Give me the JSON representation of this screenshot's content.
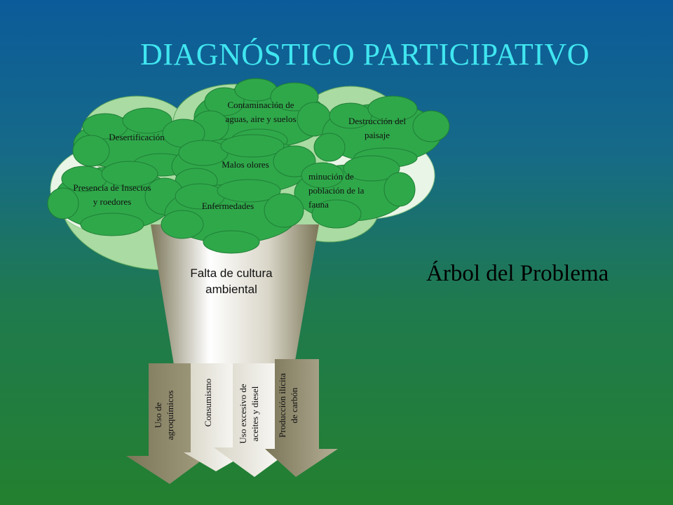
{
  "slide": {
    "title": "DIAGNÓSTICO PARTICIPATIVO",
    "subtitle": "Árbol del Problema"
  },
  "tree": {
    "trunk_label": "Falta de cultura ambiental",
    "effects": {
      "contaminacion": "Contaminación de aguas, aire y suelos",
      "desertificacion": "Desertificación",
      "destruccion": "Destrucción del paisaje",
      "malos_olores": "Malos olores",
      "fauna": "minución de población de la fauna",
      "presencia": "Presencia de Insectos y roedores",
      "enfermedades": "Enfermedades"
    },
    "roots": {
      "agroquimicos": "Uso de\nagroquímicos",
      "consumismo": "Consumismo",
      "aceites": "Uso excesivo de\naceites y diesel",
      "carbon": "Producción ilícita\nde carbón"
    }
  },
  "colors": {
    "canopy_light": "#a9dba2",
    "canopy_pale": "#e9f5e6",
    "leaf_green": "#2fa84a",
    "trunk_gray": "#8a8468",
    "title_cyan": "#40e6f0"
  }
}
